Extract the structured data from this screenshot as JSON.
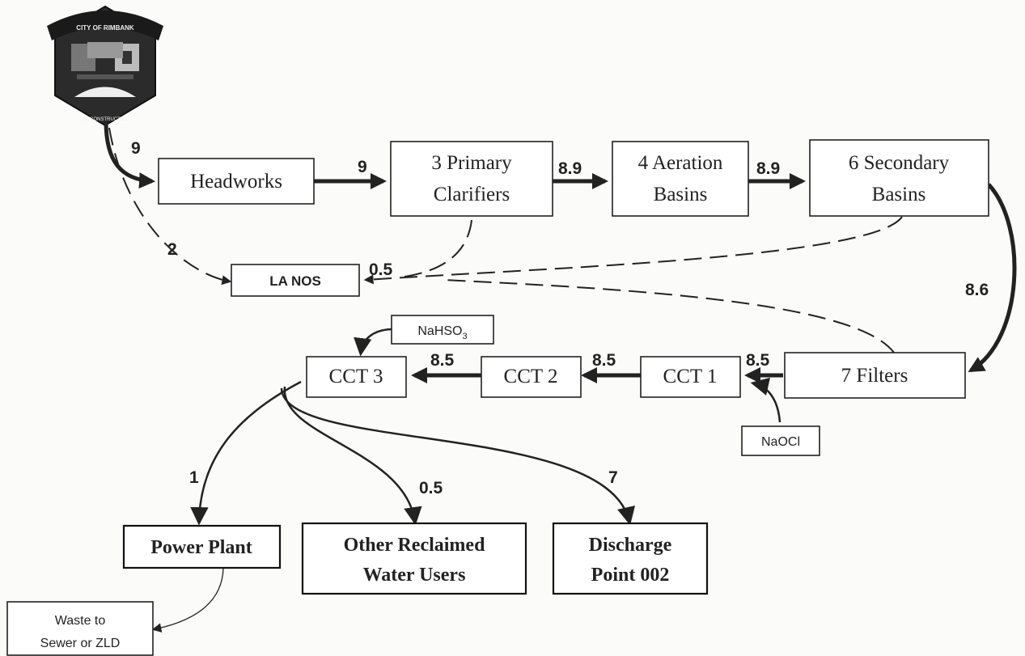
{
  "logo": {
    "top_text": "CITY OF RIMBANK",
    "bottom_text": "RECONSTRUCTED"
  },
  "boxes": {
    "headworks": [
      "Headworks"
    ],
    "primary_clarifiers": [
      "3 Primary",
      "Clarifiers"
    ],
    "aeration_basins": [
      "4 Aeration",
      "Basins"
    ],
    "secondary_basins": [
      "6 Secondary",
      "Basins"
    ],
    "la_nos": [
      "LA NOS"
    ],
    "filters": [
      "7 Filters"
    ],
    "cct1": [
      "CCT 1"
    ],
    "cct2": [
      "CCT 2"
    ],
    "cct3": [
      "CCT 3"
    ],
    "nahso3": {
      "base": "NaHSO",
      "sub": "3"
    },
    "naocl": [
      "NaOCl"
    ],
    "power_plant": [
      "Power Plant"
    ],
    "other_users": [
      "Other Reclaimed",
      "Water Users"
    ],
    "discharge": [
      "Discharge",
      "Point 002"
    ],
    "waste": [
      "Waste to",
      "Sewer or ZLD"
    ]
  },
  "flows": {
    "to_headworks": "9",
    "headworks_to_primary": "9",
    "primary_to_aeration": "8.9",
    "aeration_to_secondary": "8.9",
    "to_la_nos": "2",
    "la_nos_return": "0.5",
    "secondary_to_filters": "8.6",
    "filters_to_cct1": "8.5",
    "cct1_to_cct2": "8.5",
    "cct2_to_cct3": "8.5",
    "to_power_plant": "1",
    "to_other_users": "0.5",
    "to_discharge": "7"
  }
}
